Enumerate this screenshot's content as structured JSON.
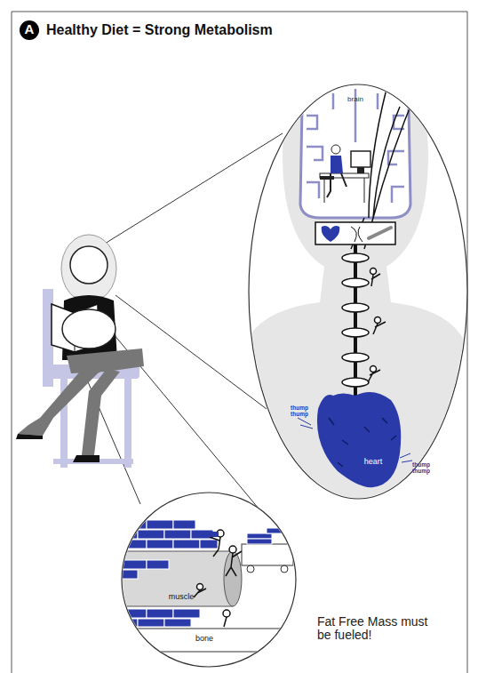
{
  "diagram": {
    "title": "Healthy Diet = Strong Metabolism",
    "labels": [
      "A",
      "brain",
      "thump thump",
      "heart",
      "thump thump",
      "muscle",
      "bone",
      "Fat Free Mass must be fueled!"
    ]
  }
}
